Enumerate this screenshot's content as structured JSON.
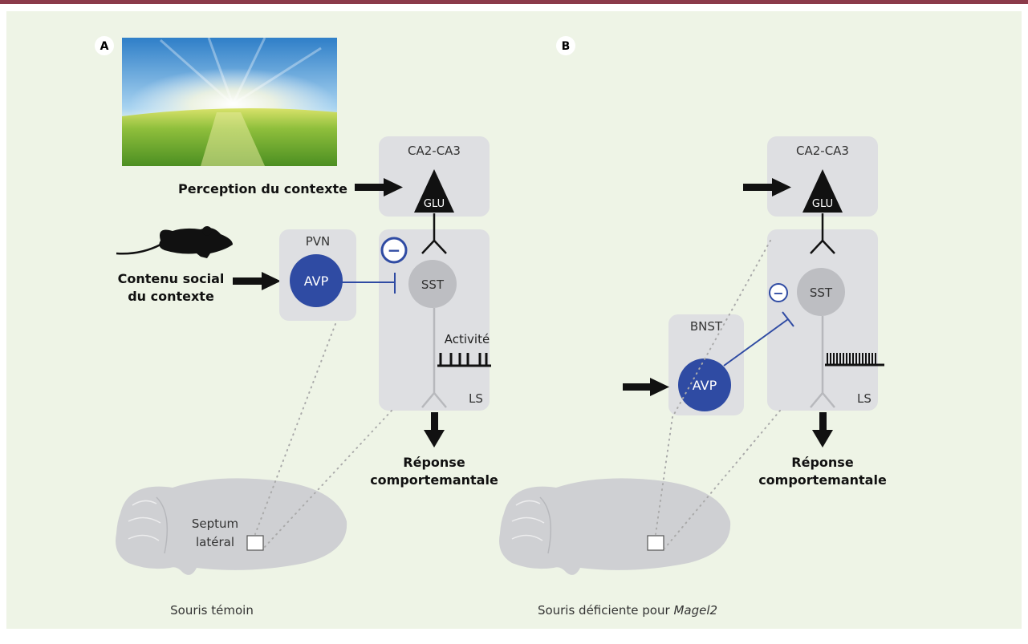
{
  "panel_a": {
    "letter": "A",
    "region_top": "CA2-CA3",
    "neuron_glu": "GLU",
    "perception": "Perception du contexte",
    "region_pvn": "PVN",
    "neuron_avp": "AVP",
    "social_line1": "Contenu social",
    "social_line2": "du contexte",
    "neuron_sst": "SST",
    "inhibition": "−",
    "activity": "Activité",
    "region_ls": "LS",
    "response_line1": "Réponse",
    "response_line2": "comportemantale",
    "septum_line1": "Septum",
    "septum_line2": "latéral",
    "caption": "Souris témoin"
  },
  "panel_b": {
    "letter": "B",
    "region_top": "CA2-CA3",
    "neuron_glu": "GLU",
    "region_bnst": "BNST",
    "neuron_avp": "AVP",
    "neuron_sst": "SST",
    "inhibition": "−",
    "region_ls": "LS",
    "response_line1": "Réponse",
    "response_line2": "comportemantale",
    "caption_prefix": "Souris déficiente pour",
    "caption_gene": "Magel2"
  },
  "colors": {
    "frame_bar": "#8b3a4a",
    "background": "#eef4e6",
    "box_fill": "#dedfe2",
    "avp_blue": "#2f4ba3",
    "sst_grey": "#bdbec2",
    "brain_grey": "#cfd0d3"
  }
}
